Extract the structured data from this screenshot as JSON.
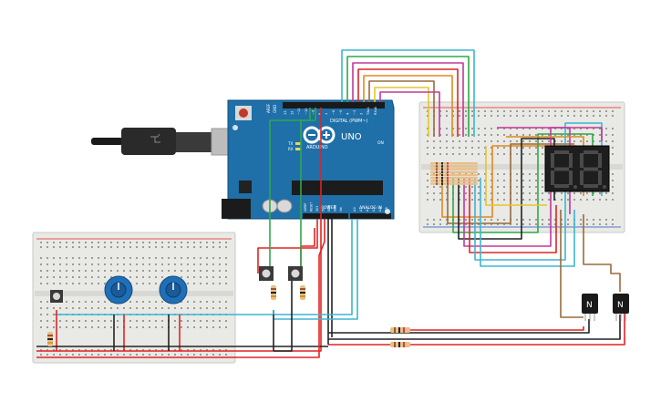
{
  "arduino": {
    "logo_text": "UNO",
    "brand_text": "ARDUINO",
    "digital_label": "DIGITAL (PWM~)",
    "analog_label": "ANALOG IN",
    "power_label": "POWER",
    "on_label": "ON",
    "aref_label": "AREF",
    "gnd_label": "GND",
    "tx_label": "TX",
    "rx_label": "RX",
    "digital_pins": [
      "13",
      "12",
      "~11",
      "~10",
      "~9",
      "8",
      "7",
      "~6",
      "~5",
      "4",
      "~3",
      "2",
      "TX▸1",
      "RX◂0"
    ],
    "analog_pins": [
      "A0",
      "A1",
      "A2",
      "A3",
      "A4",
      "A5"
    ],
    "power_pins": [
      "IOREF",
      "RESET",
      "3V3",
      "5V",
      "GND",
      "GND",
      "Vin"
    ]
  },
  "transistors": {
    "left_label": "N",
    "right_label": "N"
  },
  "colors": {
    "board_blue": "#1f6fa8",
    "breadboard": "#e9e9e6",
    "wire_red": "#e02424",
    "wire_black": "#222222",
    "wire_cyan": "#3bb6d0",
    "wire_green": "#2fa84a",
    "wire_orange": "#e08a1e",
    "wire_magenta": "#c2389a",
    "wire_brown": "#9a6a3a",
    "wire_yellow": "#e6c62a",
    "seg_on": "#3d3d3d",
    "seg_bg": "#1e1e1e",
    "pot_blue": "#1f6fb8"
  }
}
